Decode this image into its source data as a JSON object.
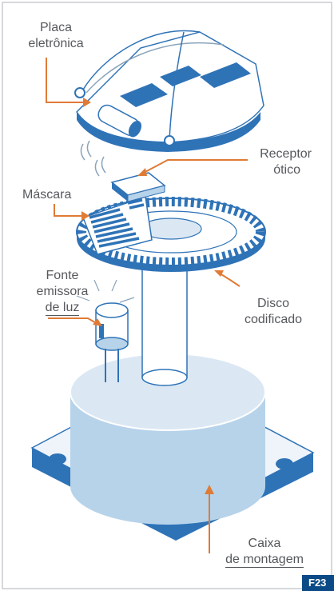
{
  "labels": {
    "placa_line1": "Placa",
    "placa_line2": "eletrônica",
    "receptor_line1": "Receptor",
    "receptor_line2": "ótico",
    "mascara": "Máscara",
    "fonte_line1": "Fonte",
    "fonte_line2": "emissora",
    "fonte_line3": "de luz",
    "disco_line1": "Disco",
    "disco_line2": "codificado",
    "caixa_line1": "Caixa",
    "caixa_line2": "de montagem"
  },
  "figure_tag": "F23",
  "colors": {
    "background": "#ffffff",
    "frame": "#c9ccd0",
    "blue": "#2f73b7",
    "light_blue": "#b7d3ea",
    "pale_blue": "#dbe8f4",
    "leader_orange": "#e07b36",
    "label_text": "#55585c",
    "tag_background": "#0b4a86"
  }
}
